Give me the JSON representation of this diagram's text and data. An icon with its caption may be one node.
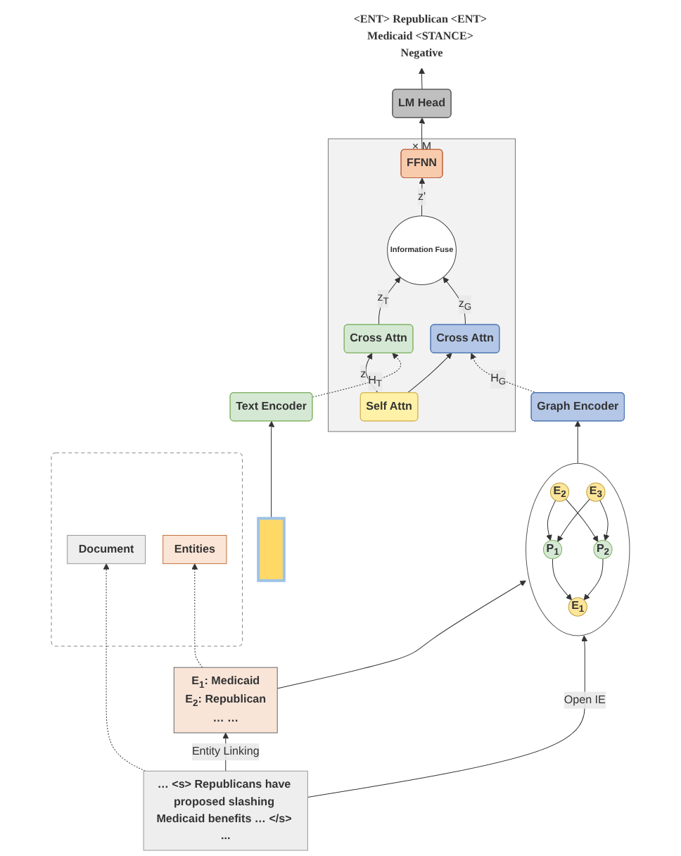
{
  "diagram": {
    "nodes": [
      {
        "text": [
          "<ENT> Republican <ENT> Medicaid <STANCE> Negative"
        ]
      },
      {
        "text": [
          "LM Head"
        ]
      },
      {
        "text": [
          "× M"
        ]
      },
      {
        "text": [
          "FFNN"
        ],
        "in": 2
      },
      {
        "text": [
          "Information Fuse"
        ],
        "in": 2
      },
      {
        "text": [
          "Cross Attn"
        ],
        "in": 2
      },
      {
        "text": [
          "Cross Attn"
        ],
        "in": 2
      },
      {
        "text": [
          "Self Attn"
        ],
        "in": 2
      },
      {
        "text": [
          "Text Encoder"
        ]
      },
      {
        "text": [
          "Graph Encoder"
        ]
      },
      {
        "text": [],
        "shape": "bar"
      },
      {
        "text": [],
        "shape": "box"
      },
      {
        "text": [
          "Document"
        ],
        "in": 11
      },
      {
        "text": [
          "Entities"
        ],
        "in": 11
      },
      {
        "text": [],
        "shape": "circle"
      },
      {
        "text": [
          "E$_{2}$"
        ],
        "in": 14
      },
      {
        "text": [
          "P$_{1}$"
        ],
        "in": 14
      },
      {
        "text": [
          "E$_{1}$"
        ],
        "in": 14
      },
      {
        "text": [
          "E$_{3}$"
        ],
        "in": 14
      },
      {
        "text": [
          "P$_{2}$"
        ],
        "in": 14
      },
      {
        "text": [
          "… <s> Republicans have proposed slashing Medicaid benefits … </s> ..."
        ]
      },
      {
        "text": [
          "E$_{1}$: Medicaid",
          "E$_{2}$: Republican",
          "… …"
        ]
      }
    ],
    "edges": [
      {
        "from": 1,
        "to": 0,
        "arrow": "to"
      },
      {
        "from": 3,
        "to": 1,
        "arrow": "to"
      },
      {
        "from": 4,
        "to": 3,
        "arrow": "to",
        "label": "z'"
      },
      {
        "from": 5,
        "to": 4,
        "arrow": "to",
        "label": "z$_{T}$"
      },
      {
        "from": 6,
        "to": 4,
        "arrow": "to",
        "label": "z$_{G}$"
      },
      {
        "from": 7,
        "to": 5,
        "arrow": "to",
        "label": "z"
      },
      {
        "from": 7,
        "to": 6,
        "arrow": "to"
      },
      {
        "from": 8,
        "to": 5,
        "arrow": "to",
        "label": "H$_{T}$",
        "style": "dashed"
      },
      {
        "from": 9,
        "to": 6,
        "arrow": "to",
        "label": "H$_{G}$",
        "style": "dashed"
      },
      {
        "from": 10,
        "to": 8,
        "arrow": "to"
      },
      {
        "from": 14,
        "to": 9,
        "arrow": "to"
      },
      {
        "from": 15,
        "to": 16,
        "arrow": "to"
      },
      {
        "from": 15,
        "to": 19,
        "arrow": "to"
      },
      {
        "from": 18,
        "to": 16,
        "arrow": "to"
      },
      {
        "from": 18,
        "to": 19,
        "arrow": "to"
      },
      {
        "from": 16,
        "to": 17,
        "arrow": "to"
      },
      {
        "from": 19,
        "to": 17,
        "arrow": "to"
      },
      {
        "from": 20,
        "to": 12,
        "arrow": "to",
        "style": "dashed"
      },
      {
        "from": 21,
        "to": 13,
        "arrow": "to",
        "style": "dashed"
      },
      {
        "from": 21,
        "to": 14,
        "arrow": "to"
      },
      {
        "from": 20,
        "to": 14,
        "arrow": "to",
        "label": "Open IE"
      },
      {
        "from": 20,
        "to": 21,
        "arrow": "to",
        "label": "Entity Linking"
      }
    ]
  }
}
